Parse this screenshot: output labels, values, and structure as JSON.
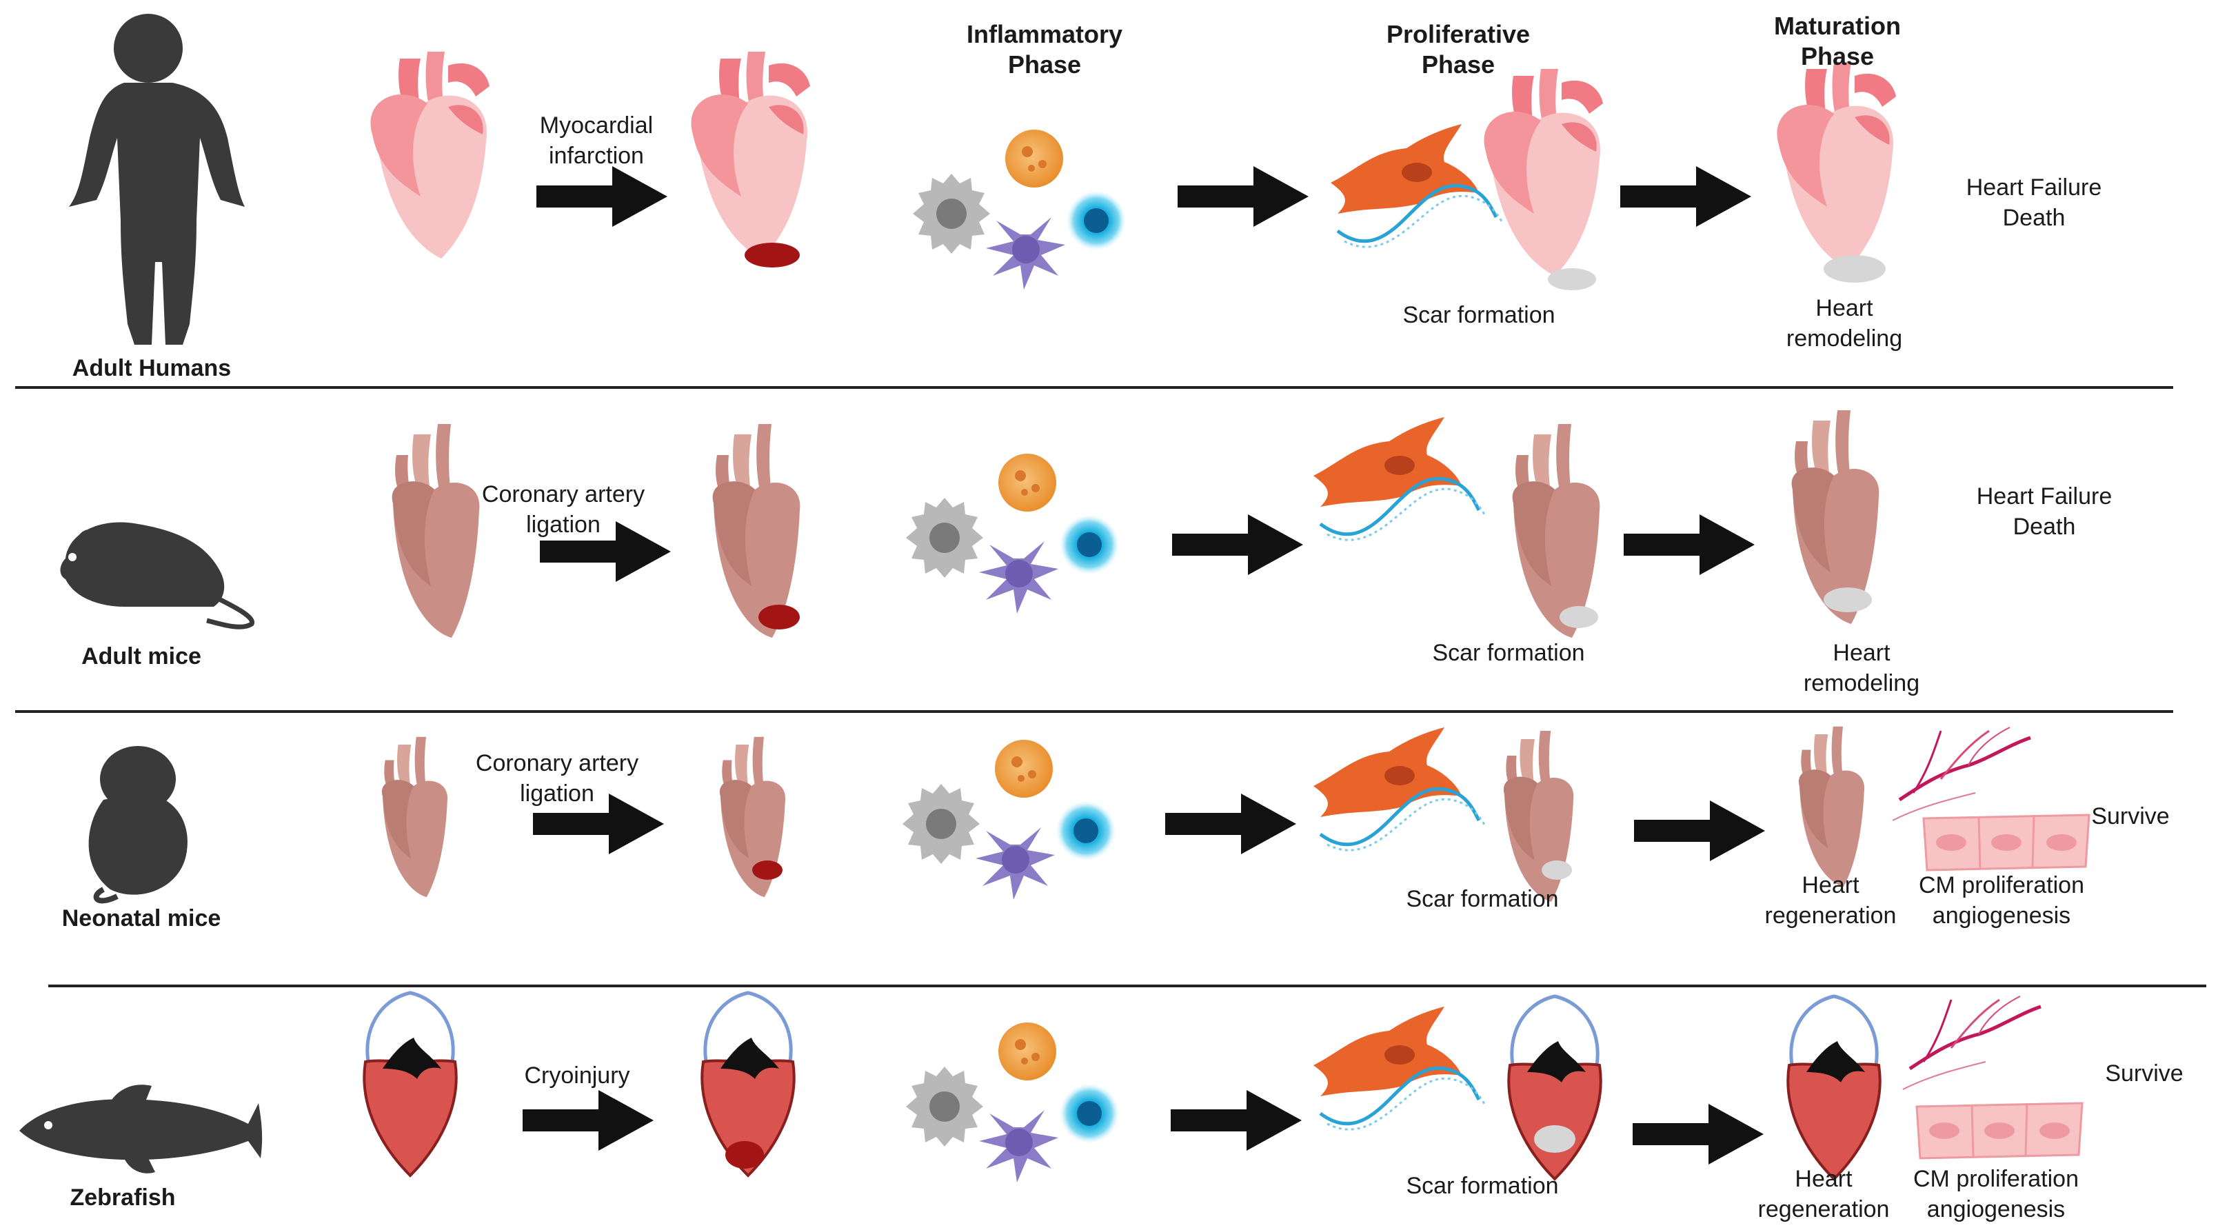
{
  "headers": {
    "inflammatory": [
      "Inflammatory",
      "Phase"
    ],
    "proliferative": [
      "Proliferative",
      "Phase"
    ],
    "maturation": [
      "Maturation",
      "Phase"
    ]
  },
  "rows": [
    {
      "organism": "Adult Humans",
      "injury": [
        "Myocardial",
        "infarction"
      ],
      "scar": "Scar formation",
      "maturation_label": [
        "Heart",
        "remodeling"
      ],
      "outcome": [
        "Heart Failure",
        "Death"
      ]
    },
    {
      "organism": "Adult mice",
      "injury": [
        "Coronary artery",
        "ligation"
      ],
      "scar": "Scar formation",
      "maturation_label": [
        "Heart",
        "remodeling"
      ],
      "outcome": [
        "Heart Failure",
        "Death"
      ]
    },
    {
      "organism": "Neonatal mice",
      "injury": [
        "Coronary artery",
        "ligation"
      ],
      "scar": "Scar formation",
      "maturation_label": [
        "Heart",
        "regeneration"
      ],
      "regeneration_detail": [
        "CM proliferation",
        "angiogenesis"
      ],
      "outcome": [
        "Survive"
      ]
    },
    {
      "organism": "Zebrafish",
      "injury": [
        "Cryoinjury"
      ],
      "scar": "Scar formation",
      "maturation_label": [
        "Heart",
        "regeneration"
      ],
      "regeneration_detail": [
        "CM proliferation",
        "angiogenesis"
      ],
      "outcome": [
        "Survive"
      ]
    }
  ],
  "colors": {
    "human_heart": "#f4a3a8",
    "mouse_heart": "#c98f86",
    "fish_heart": "#d9534f",
    "infarct": "#a31515",
    "scar": "#d6d6d6",
    "fibroblast": "#e8642a",
    "collagen": "#29a3d6",
    "neutrophil": "#a8a8a8",
    "macrophage": "#f0a04b",
    "lymphocyte": "#1fb2e0",
    "dendritic": "#8a7cc7",
    "vessel": "#c2185b",
    "arrow": "#111111",
    "silhouette": "#3a3a3a"
  }
}
